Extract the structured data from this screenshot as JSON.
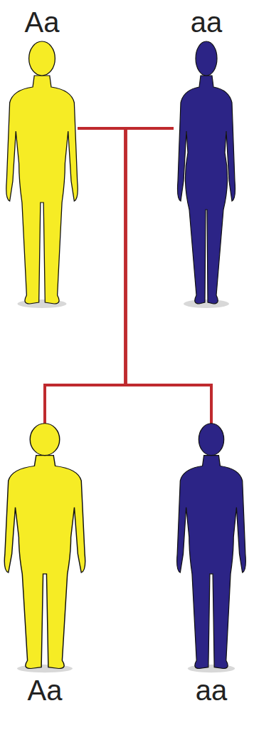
{
  "diagram": {
    "nodes": [
      {
        "text": [
          "Aa"
        ]
      },
      {
        "text": [
          "aa"
        ]
      },
      {
        "text": [
          "Aa"
        ]
      },
      {
        "text": [
          "aa"
        ]
      }
    ],
    "edges": [
      {
        "from": 0,
        "to": 1,
        "arrow": "none"
      },
      {
        "from": 0,
        "to": 2,
        "arrow": "none"
      },
      {
        "from": 0,
        "to": 3,
        "arrow": "none"
      },
      {
        "from": 1,
        "to": 2,
        "arrow": "none"
      },
      {
        "from": 1,
        "to": 3,
        "arrow": "none"
      }
    ]
  }
}
